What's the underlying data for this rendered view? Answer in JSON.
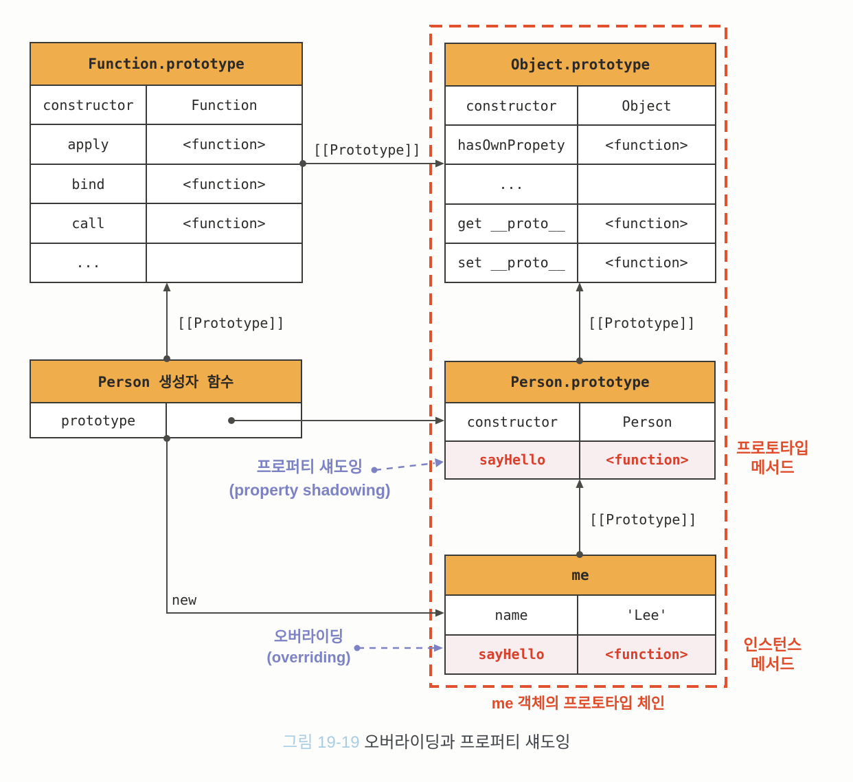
{
  "figure": {
    "caption_label": "그림 19-19",
    "caption_text": "오버라이딩과 프로퍼티 섀도잉"
  },
  "chain_box": {
    "label": "me 객체의 프로토타입 체인"
  },
  "tables": {
    "function_prototype": {
      "title": "Function.prototype",
      "rows": [
        {
          "key": "constructor",
          "value": "Function"
        },
        {
          "key": "apply",
          "value": "<function>"
        },
        {
          "key": "bind",
          "value": "<function>"
        },
        {
          "key": "call",
          "value": "<function>"
        },
        {
          "key": "...",
          "value": ""
        }
      ]
    },
    "object_prototype": {
      "title": "Object.prototype",
      "rows": [
        {
          "key": "constructor",
          "value": "Object"
        },
        {
          "key": "hasOwnPropety",
          "value": "<function>"
        },
        {
          "key": "...",
          "value": ""
        },
        {
          "key": "get __proto__",
          "value": "<function>"
        },
        {
          "key": "set __proto__",
          "value": "<function>"
        }
      ]
    },
    "person_constructor": {
      "title": "Person 생성자 함수",
      "rows": [
        {
          "key": "prototype",
          "value": ""
        }
      ]
    },
    "person_prototype": {
      "title": "Person.prototype",
      "rows": [
        {
          "key": "constructor",
          "value": "Person"
        },
        {
          "key": "sayHello",
          "value": "<function>",
          "highlight": true
        }
      ]
    },
    "me": {
      "title": "me",
      "rows": [
        {
          "key": "name",
          "value": "'Lee'"
        },
        {
          "key": "sayHello",
          "value": "<function>",
          "highlight": true
        }
      ]
    }
  },
  "arrows": {
    "prototype_top_label": "[[Prototype]]",
    "prototype_left_label": "[[Prototype]]",
    "prototype_right_upper_label": "[[Prototype]]",
    "prototype_right_lower_label": "[[Prototype]]",
    "new_label": "new"
  },
  "annotations": {
    "property_shadowing": {
      "ko": "프로퍼티 섀도잉",
      "en": "(property shadowing)"
    },
    "overriding": {
      "ko": "오버라이딩",
      "en": "(overriding)"
    },
    "prototype_method": {
      "line1": "프로토타입",
      "line2": "메서드"
    },
    "instance_method": {
      "line1": "인스턴스",
      "line2": "메서드"
    }
  },
  "colors": {
    "table_header": "#EFAD4C",
    "table_border": "#3a3a38",
    "arrow": "#4a4a46",
    "highlight_text": "#D8402C",
    "highlight_bg": "#F8EDEF",
    "chain_dashed_border": "#E2512D",
    "red_label": "#E04B2A",
    "blue_label": "#7C82C4",
    "caption_label_blue": "#A9CEE3",
    "caption_text": "#3F4347"
  }
}
